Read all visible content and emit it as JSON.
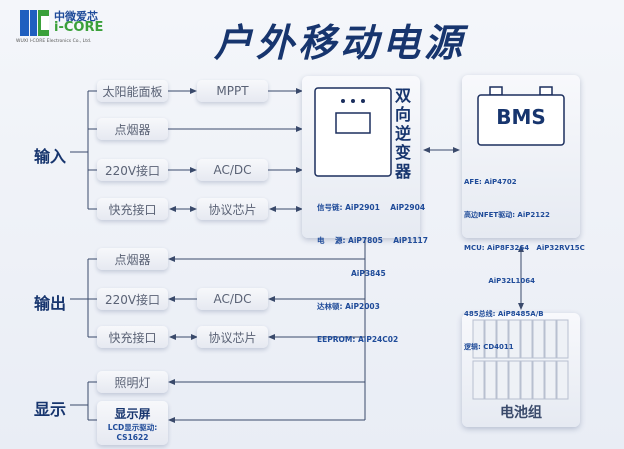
{
  "logo": {
    "cn": "中微爱芯",
    "en": "i-CORE",
    "sub": "WUXI I-CORE Electronics Co., Ltd."
  },
  "title": "户外移动电源",
  "groups": {
    "input": "输入",
    "output": "输出",
    "display": "显示"
  },
  "input": {
    "solar": "太阳能面板",
    "mppt": "MPPT",
    "cig": "点烟器",
    "v220": "220V接口",
    "acdc": "AC/DC",
    "fast": "快充接口",
    "proto": "协议芯片"
  },
  "output": {
    "cig": "点烟器",
    "v220": "220V接口",
    "acdc": "AC/DC",
    "fast": "快充接口",
    "proto": "协议芯片"
  },
  "display": {
    "light": "照明灯",
    "screen": "显示屏",
    "screen_driver": "LCD显示驱动:",
    "screen_chip": "CS1622"
  },
  "inverter": {
    "label": "双向逆变器",
    "chips": [
      "信号链: AiP2901    AiP2904",
      "电    源: AiP7805    AiP1117",
      "             AiP3845",
      "达林顿: AiP2003",
      "EEPROM: AiP24C02"
    ]
  },
  "bms": {
    "label": "BMS",
    "chips": [
      "AFE: AiP4702",
      "高边NFET驱动: AiP2122",
      "MCU: AiP8F3264   AiP32RV15C",
      "          AiP32L1064",
      "485总线: AiP8485A/B",
      "逻辑: CD4011"
    ]
  },
  "battery": {
    "label": "电池组"
  },
  "colors": {
    "navy": "#17356e",
    "line": "#3a4a6b"
  }
}
